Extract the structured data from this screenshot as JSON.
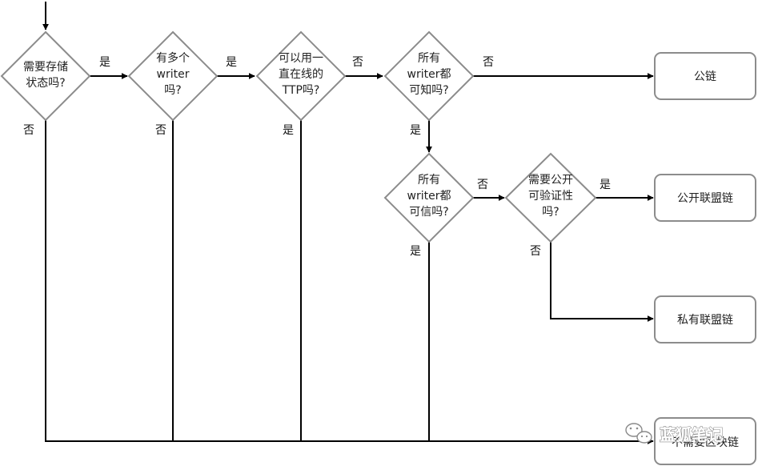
{
  "diagram": {
    "decisions": {
      "d1": [
        "需要存储",
        "状态吗?"
      ],
      "d2": [
        "有多个",
        "writer",
        "吗?"
      ],
      "d3": [
        "可以用一",
        "直在线的",
        "TTP吗?"
      ],
      "d4": [
        "所有",
        "writer都",
        "可知吗?"
      ],
      "d5": [
        "所有",
        "writer都",
        "可信吗?"
      ],
      "d6": [
        "需要公开",
        "可验证性",
        "吗?"
      ]
    },
    "results": {
      "r1": "公链",
      "r2": "公开联盟链",
      "r3": "私有联盟链",
      "r4": "不需要区块链"
    },
    "edge_labels": {
      "d1_yes": "是",
      "d1_no": "否",
      "d2_yes": "是",
      "d2_no": "否",
      "d3_no": "否",
      "d3_yes": "是",
      "d4_no": "否",
      "d4_yes": "是",
      "d5_no": "否",
      "d5_yes": "是",
      "d6_yes": "是",
      "d6_no": "否"
    },
    "watermark": {
      "text": "蓝狐笔记",
      "icon": "wechat-icon"
    },
    "colors": {
      "shape_stroke": "#8c8c8c",
      "line": "#000000",
      "text": "#222222"
    }
  }
}
